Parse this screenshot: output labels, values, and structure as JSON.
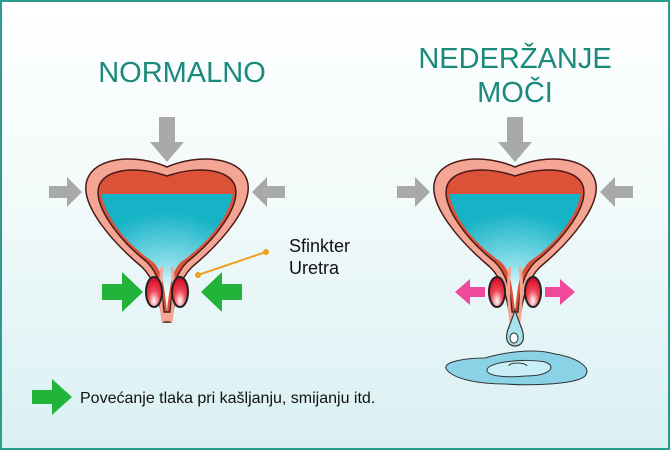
{
  "panels": {
    "normal": {
      "title": "NORMALNO"
    },
    "incontinence": {
      "title_line1": "NEDERŽANJE",
      "title_line2": "MOČI"
    }
  },
  "annotation": {
    "line1": "Sfinkter",
    "line2": "Uretra"
  },
  "legend": {
    "text": "Povećanje tlaka pri kašljanju, smijanju itd."
  },
  "colors": {
    "title": "#1a8a7c",
    "green_arrow": "#22b33a",
    "pink_arrow": "#f0489a",
    "pressure_arrow": "#a9a9a9",
    "fluid": "#1bb6c9",
    "pointer": "#f0a020"
  }
}
